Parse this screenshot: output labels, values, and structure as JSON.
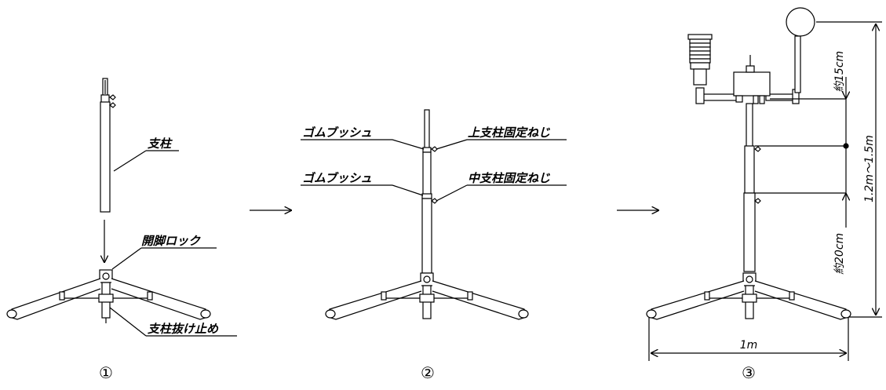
{
  "step1": {
    "step_number": "①",
    "labels": {
      "pole": "支柱",
      "leg_lock": "開脚ロック",
      "pole_stopper": "支柱抜け止め"
    }
  },
  "step2": {
    "step_number": "②",
    "labels": {
      "rubber_bush_upper": "ゴムブッシュ",
      "upper_screw": "上支柱固定ねじ",
      "rubber_bush_middle": "ゴムブッシュ",
      "middle_screw": "中支柱固定ねじ"
    }
  },
  "step3": {
    "step_number": "③",
    "dimensions": {
      "sensor_offset": "約15cm",
      "height": "1.2m～1.5m",
      "lower_offset": "約20cm",
      "width": "1m"
    }
  }
}
